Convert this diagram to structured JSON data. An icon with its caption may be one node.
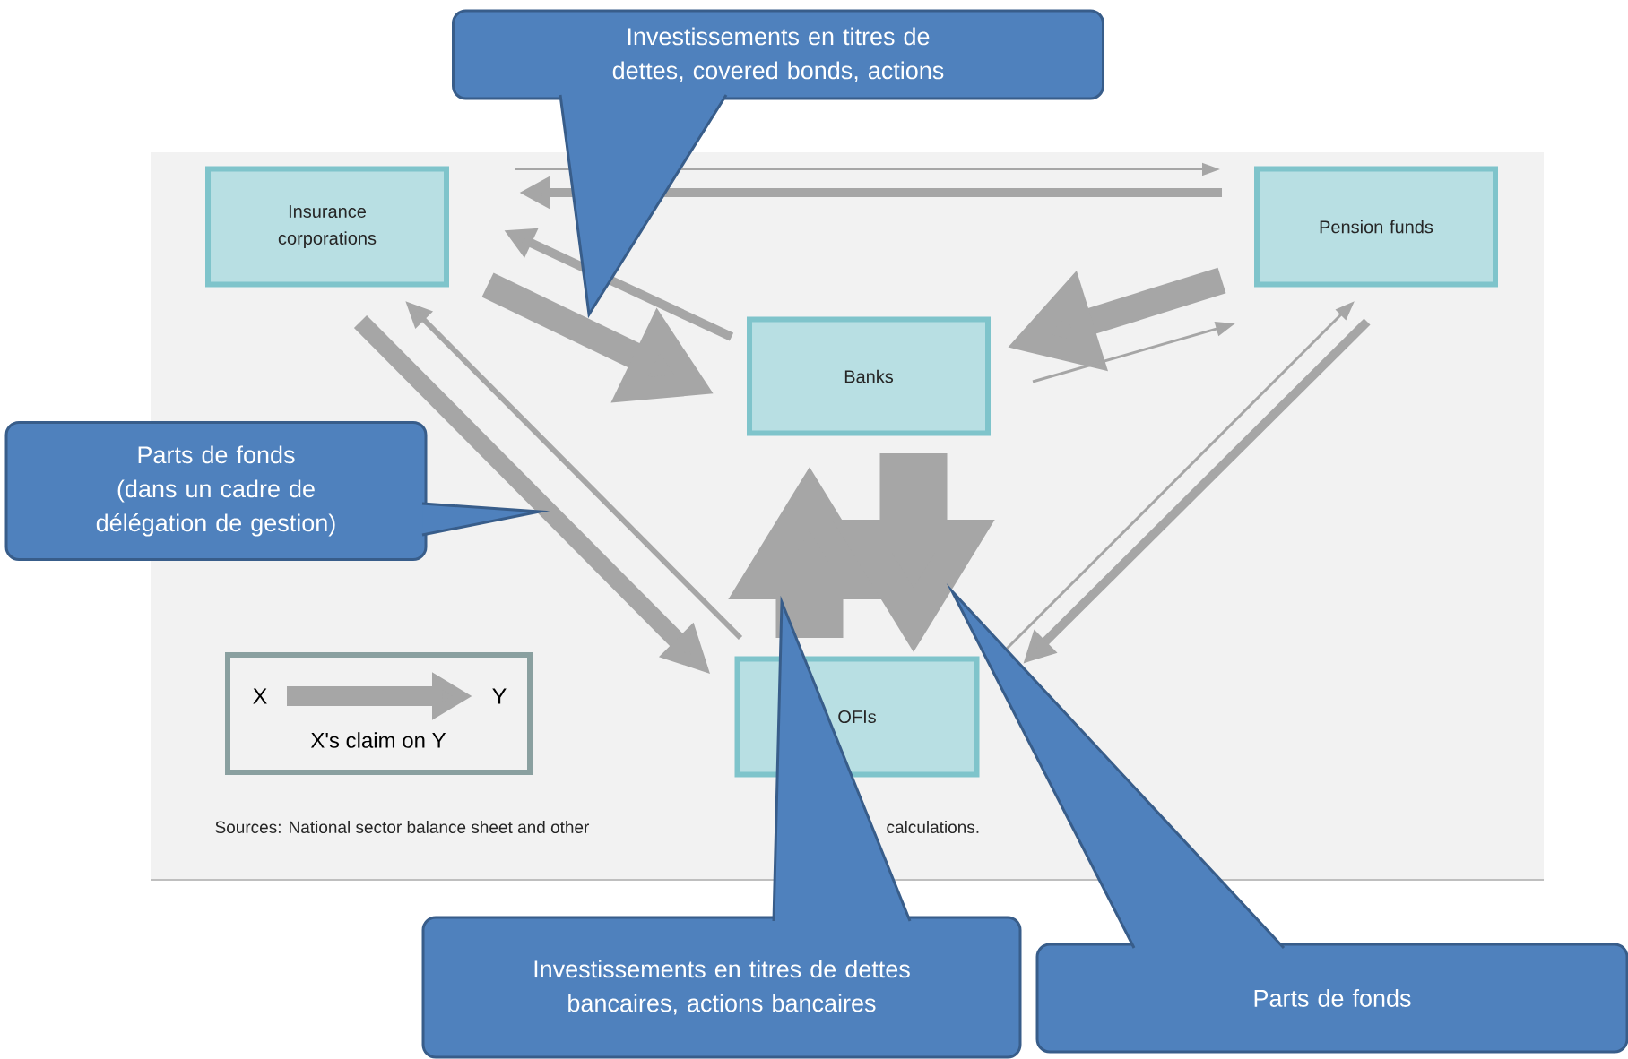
{
  "diagram": {
    "nodes": [
      {
        "text": [
          "Insurance corporations"
        ]
      },
      {
        "text": [
          "Pension funds"
        ]
      },
      {
        "text": [
          "Banks"
        ]
      },
      {
        "text": [
          "OFIs"
        ]
      },
      {
        "text": [
          "Investissements en titres de dettes, covered bonds, actions"
        ]
      },
      {
        "text": [
          "Parts de fonds (dans un cadre de délégation de gestion)"
        ]
      },
      {
        "text": [
          "Investissements en titres de dettes bancaires, actions bancaires"
        ]
      },
      {
        "text": [
          "Parts de fonds"
        ]
      }
    ],
    "edges": [
      {
        "from": 0,
        "to": 1,
        "arrow": "to"
      },
      {
        "from": 1,
        "to": 0,
        "arrow": "to"
      },
      {
        "from": 2,
        "to": 0,
        "arrow": "to"
      },
      {
        "from": 0,
        "to": 2,
        "arrow": "to",
        "style": "thick"
      },
      {
        "from": 1,
        "to": 2,
        "arrow": "to",
        "style": "thick"
      },
      {
        "from": 2,
        "to": 1,
        "arrow": "to"
      },
      {
        "from": 0,
        "to": 3,
        "arrow": "to",
        "style": "thick"
      },
      {
        "from": 3,
        "to": 0,
        "arrow": "to"
      },
      {
        "from": 1,
        "to": 3,
        "arrow": "to"
      },
      {
        "from": 3,
        "to": 1,
        "arrow": "to"
      },
      {
        "from": 3,
        "to": 2,
        "arrow": "to",
        "style": "thick"
      },
      {
        "from": 2,
        "to": 3,
        "arrow": "to",
        "style": "thick"
      },
      {
        "from": 4,
        "to": null,
        "arrow": "none",
        "color": "#385d8a"
      },
      {
        "from": 5,
        "to": null,
        "arrow": "none",
        "color": "#385d8a"
      },
      {
        "from": 6,
        "to": null,
        "arrow": "none",
        "color": "#385d8a"
      },
      {
        "from": 7,
        "to": null,
        "arrow": "none",
        "color": "#385d8a"
      }
    ],
    "labels": [
      "X",
      "Y",
      "Sources: National sector balance sheet and other",
      "calculations."
    ],
    "legend": [
      {
        "text": "X's claim on Y"
      }
    ]
  }
}
